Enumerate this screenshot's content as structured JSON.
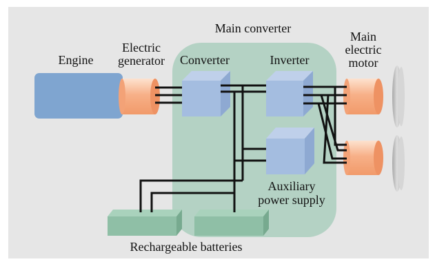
{
  "labels": {
    "main_converter": "Main converter",
    "engine": "Engine",
    "generator_line1": "Electric",
    "generator_line2": "generator",
    "converter": "Converter",
    "inverter": "Inverter",
    "motor_line1": "Main",
    "motor_line2": "electric",
    "motor_line3": "motor",
    "aux_line1": "Auxiliary",
    "aux_line2": "power supply",
    "batteries": "Rechargeable batteries"
  },
  "colors": {
    "background": "#e6e6e6",
    "main_converter_region": "#b4d2c4",
    "engine": "#7fa5d0",
    "generator": "#f7b088",
    "converter_box": "#a4bde0",
    "battery": "#8fbfa6",
    "wheel": "#c4c4c4",
    "wire": "#111111"
  }
}
